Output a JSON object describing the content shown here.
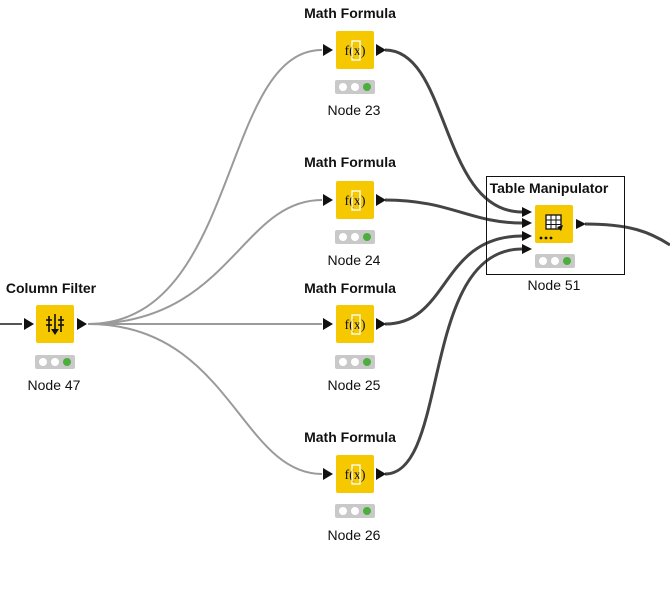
{
  "nodes": {
    "column_filter": {
      "title": "Column Filter",
      "label": "Node 47",
      "icon": "column-filter-icon"
    },
    "math_23": {
      "title": "Math Formula",
      "label": "Node 23",
      "icon": "math-formula-icon"
    },
    "math_24": {
      "title": "Math Formula",
      "label": "Node 24",
      "icon": "math-formula-icon"
    },
    "math_25": {
      "title": "Math Formula",
      "label": "Node 25",
      "icon": "math-formula-icon"
    },
    "math_26": {
      "title": "Math Formula",
      "label": "Node 26",
      "icon": "math-formula-icon"
    },
    "table_manip": {
      "title": "Table Manipulator",
      "label": "Node 51",
      "icon": "table-manipulator-icon"
    }
  },
  "colors": {
    "node_fill": "#f5c800",
    "status_ok": "#4caf3d",
    "connection_light": "#9a9a9a",
    "connection_dark": "#444444"
  }
}
